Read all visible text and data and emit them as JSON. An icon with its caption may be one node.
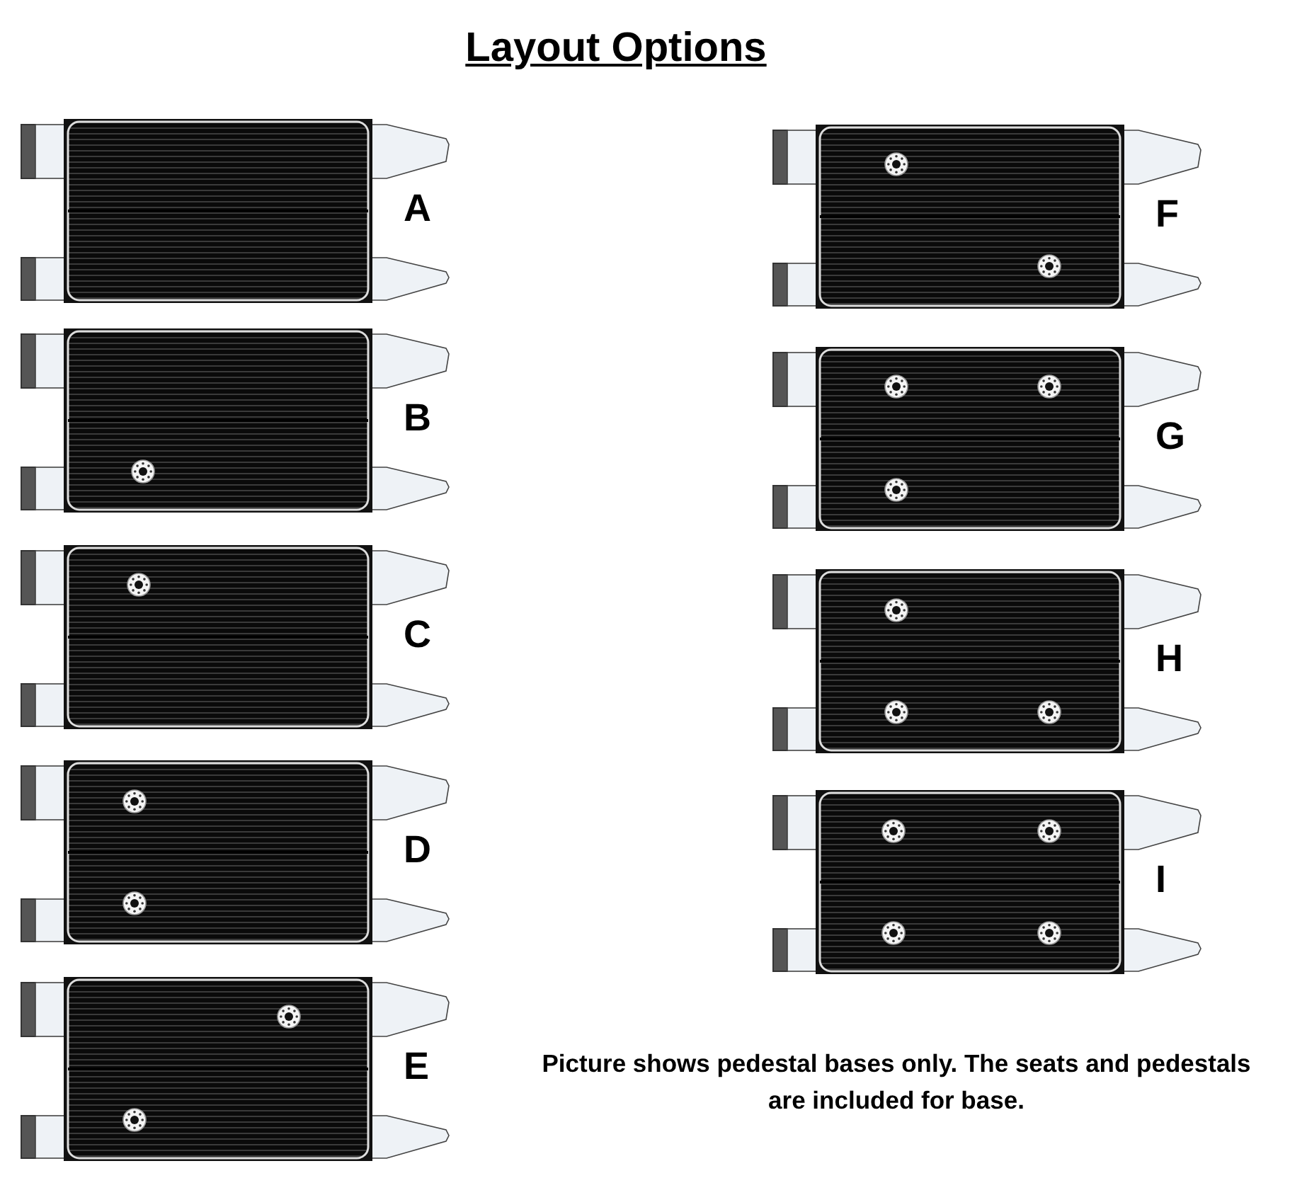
{
  "diagram": {
    "title": "Layout Options",
    "caption": "Picture shows pedestal bases only. The seats and pedestals are included for base.",
    "labels": [
      "A",
      "B",
      "C",
      "D",
      "E",
      "F",
      "G",
      "H",
      "I"
    ]
  }
}
